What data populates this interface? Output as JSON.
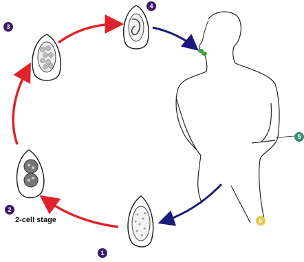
{
  "badges": {
    "b1": {
      "label": "1",
      "color": "#3a1a6e"
    },
    "b2": {
      "label": "2",
      "color": "#3a1a6e"
    },
    "b3": {
      "label": "3",
      "color": "#3a1a6e"
    },
    "b4": {
      "label": "4",
      "color": "#3a1a6e"
    },
    "b5": {
      "label": "5",
      "color": "#3b8c6e"
    },
    "b6": {
      "label": "6",
      "color": "#e6c84a"
    }
  },
  "captions": {
    "two_cell": "2-cell stage"
  },
  "colors": {
    "red_arrow": "#e0222b",
    "blue_arrow": "#1a1a7a",
    "outline": "#222222",
    "mouth_egg": "#3aa23a"
  }
}
